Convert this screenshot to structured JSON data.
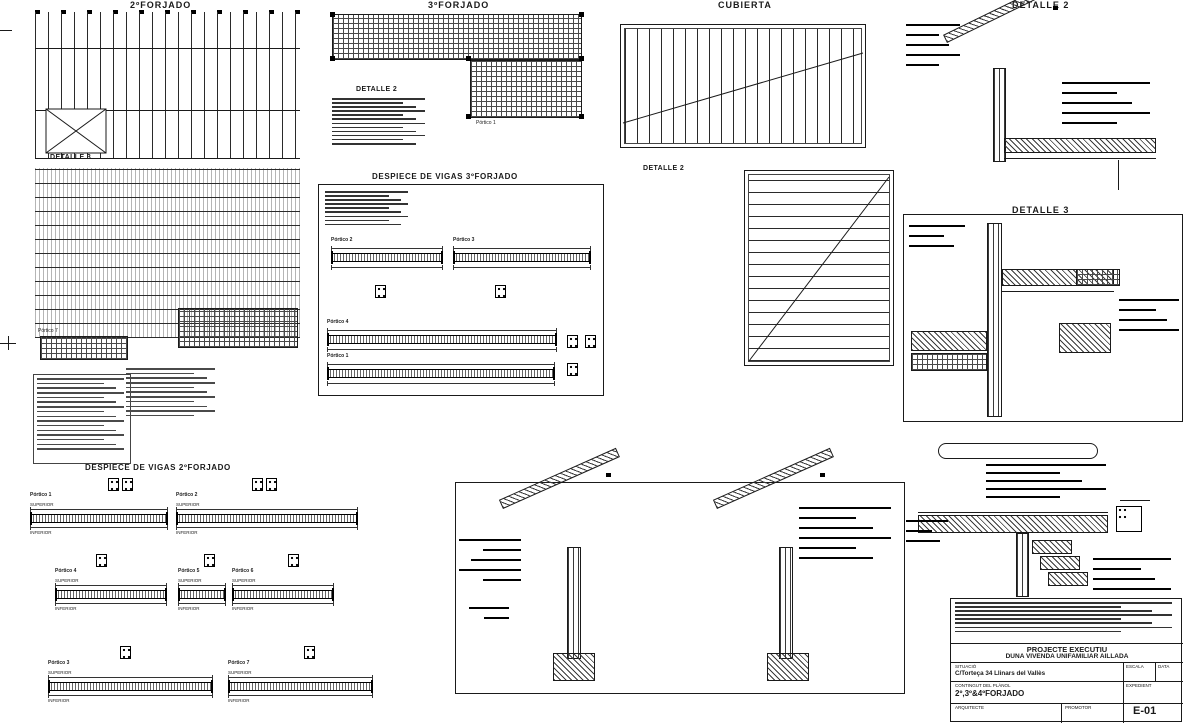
{
  "sheet": {
    "background": "#ffffff",
    "ink": "#1a1a1a"
  },
  "titles": {
    "plan2": "2ºFORJADO",
    "plan3": "3ºFORJADO",
    "cubierta": "CUBIERTA",
    "detalle2_panel": "DETALLE 2",
    "detalle3_panel": "DETALLE 3",
    "despiece3": "DESPIECE DE VIGAS 3ºFORJADO",
    "despiece2": "DESPIECE DE VIGAS 2ºFORJADO"
  },
  "plan2": {
    "detalle3_callout": "DETALLE 3",
    "portico7_label": "Pórtico 7"
  },
  "plan3": {
    "detalle2_callout": "DETALLE 2",
    "portico1_label": "Pórtico 1"
  },
  "cubierta": {
    "detalle2_callout": "DETALLE 2"
  },
  "despiece3": {
    "porticos": [
      {
        "name": "Pórtico 2"
      },
      {
        "name": "Pórtico 3"
      },
      {
        "name": "Pórtico 4"
      },
      {
        "name": "Pórtico 1"
      }
    ]
  },
  "despiece2": {
    "beams": [
      {
        "name": "Pórtico 1",
        "top_label": "SUPERIOR",
        "bottom_label": "INFERIOR"
      },
      {
        "name": "Pórtico 2",
        "top_label": "SUPERIOR",
        "bottom_label": "INFERIOR"
      },
      {
        "name": "Pórtico 4",
        "top_label": "SUPERIOR",
        "bottom_label": "INFERIOR"
      },
      {
        "name": "Pórtico 5",
        "top_label": "SUPERIOR",
        "bottom_label": "INFERIOR"
      },
      {
        "name": "Pórtico 6",
        "top_label": "SUPERIOR",
        "bottom_label": "INFERIOR"
      },
      {
        "name": "Pórtico 3",
        "top_label": "SUPERIOR",
        "bottom_label": "INFERIOR"
      },
      {
        "name": "Pórtico 7",
        "top_label": "SUPERIOR",
        "bottom_label": "INFERIOR"
      }
    ]
  },
  "titleblock": {
    "project_type": "PROJECTE EXECUTIU",
    "project_name": "DUNA VIVENDA UNIFAMILIAR AILLADA",
    "situacio_label": "SITUACIÓ",
    "situacio_value": "C/Torteça 34 Llinars del Vallès",
    "escala_label": "ESCALA",
    "data_label": "DATA",
    "contingut_label": "CONTINGUT DEL PLÀNOL",
    "contingut_value": "2º,3º&4ºFORJADO",
    "expedient_label": "EXPEDIENT",
    "arquitecte_label": "ARQUITECTE",
    "promotor_label": "PROMOTOR",
    "sheet_number": "E-01"
  }
}
